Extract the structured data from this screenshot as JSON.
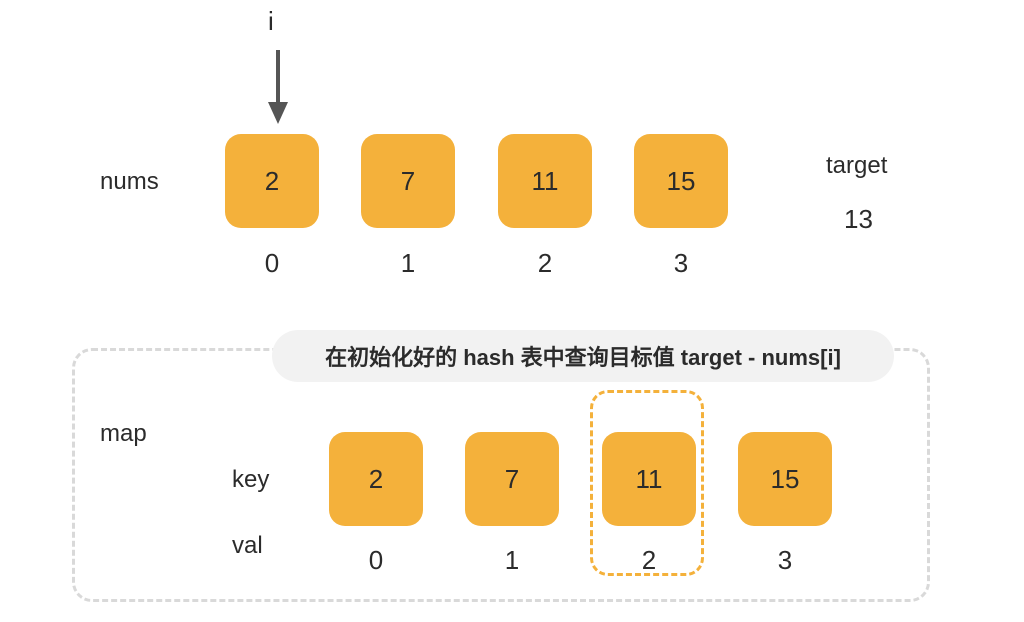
{
  "pointer": {
    "label": "i"
  },
  "nums": {
    "label": "nums",
    "values": [
      "2",
      "7",
      "11",
      "15"
    ],
    "indices": [
      "0",
      "1",
      "2",
      "3"
    ]
  },
  "target": {
    "label": "target",
    "value": "13"
  },
  "map": {
    "label": "map",
    "caption": "在初始化好的 hash 表中查询目标值 target - nums[i]",
    "key_label": "key",
    "val_label": "val",
    "keys": [
      "2",
      "7",
      "11",
      "15"
    ],
    "vals": [
      "0",
      "1",
      "2",
      "3"
    ],
    "highlighted_index": 2
  },
  "colors": {
    "cell": "#f4b13b",
    "highlight": "#f4b13b",
    "frame": "#d9d9d9",
    "caption_bg": "#f2f2f2",
    "arrow": "#555555"
  },
  "icons": {
    "pointer_arrow": "arrow-down-icon"
  }
}
